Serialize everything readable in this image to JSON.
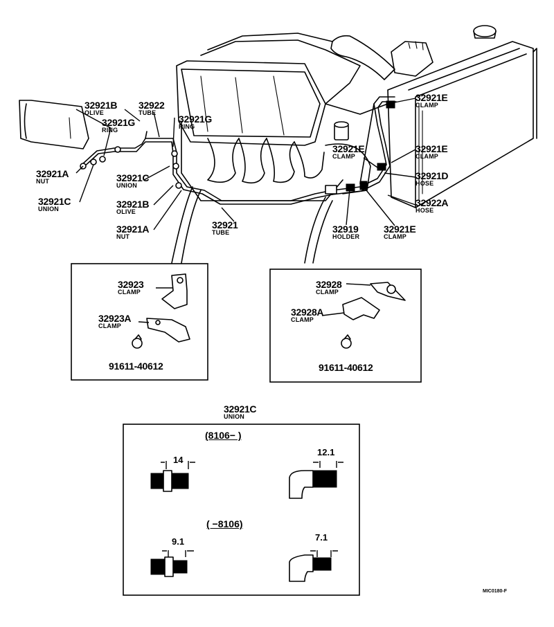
{
  "labels": {
    "olive_b_top": {
      "part": "32921B",
      "name": "OLIVE"
    },
    "tube_top": {
      "part": "32922",
      "name": "TUBE"
    },
    "ring_g_left": {
      "part": "32921G",
      "name": "RING"
    },
    "ring_g_mid": {
      "part": "32921G",
      "name": "RING"
    },
    "nut_a_left": {
      "part": "32921A",
      "name": "NUT"
    },
    "union_c_left": {
      "part": "32921C",
      "name": "UNION"
    },
    "union_c_mid": {
      "part": "32921C",
      "name": "UNION"
    },
    "olive_b_mid": {
      "part": "32921B",
      "name": "OLIVE"
    },
    "nut_a_mid": {
      "part": "32921A",
      "name": "NUT"
    },
    "tube_main": {
      "part": "32921",
      "name": "TUBE"
    },
    "clamp_e_top": {
      "part": "32921E",
      "name": "CLAMP"
    },
    "clamp_e_left": {
      "part": "32921E",
      "name": "CLAMP"
    },
    "clamp_e_right": {
      "part": "32921E",
      "name": "CLAMP"
    },
    "hose_d": {
      "part": "32921D",
      "name": "HOSE"
    },
    "hose_a": {
      "part": "32922A",
      "name": "HOSE"
    },
    "holder": {
      "part": "32919",
      "name": "HOLDER"
    },
    "clamp_e_bottom": {
      "part": "32921E",
      "name": "CLAMP"
    }
  },
  "detail_left": {
    "clamp1": {
      "part": "32923",
      "name": "CLAMP"
    },
    "clamp2": {
      "part": "32923A",
      "name": "CLAMP"
    },
    "bolt": "91611-40612"
  },
  "detail_right": {
    "clamp1": {
      "part": "32928",
      "name": "CLAMP"
    },
    "clamp2": {
      "part": "32928A",
      "name": "CLAMP"
    },
    "bolt": "91611-40612"
  },
  "union_detail": {
    "part": "32921C",
    "name": "UNION",
    "period_new": "(8106−        )",
    "period_old": "(        −8106)",
    "dims": {
      "new_straight": "14",
      "new_elbow": "12.1",
      "old_straight": "9.1",
      "old_elbow": "7.1"
    }
  },
  "drawing_code": "MIC0180-F"
}
